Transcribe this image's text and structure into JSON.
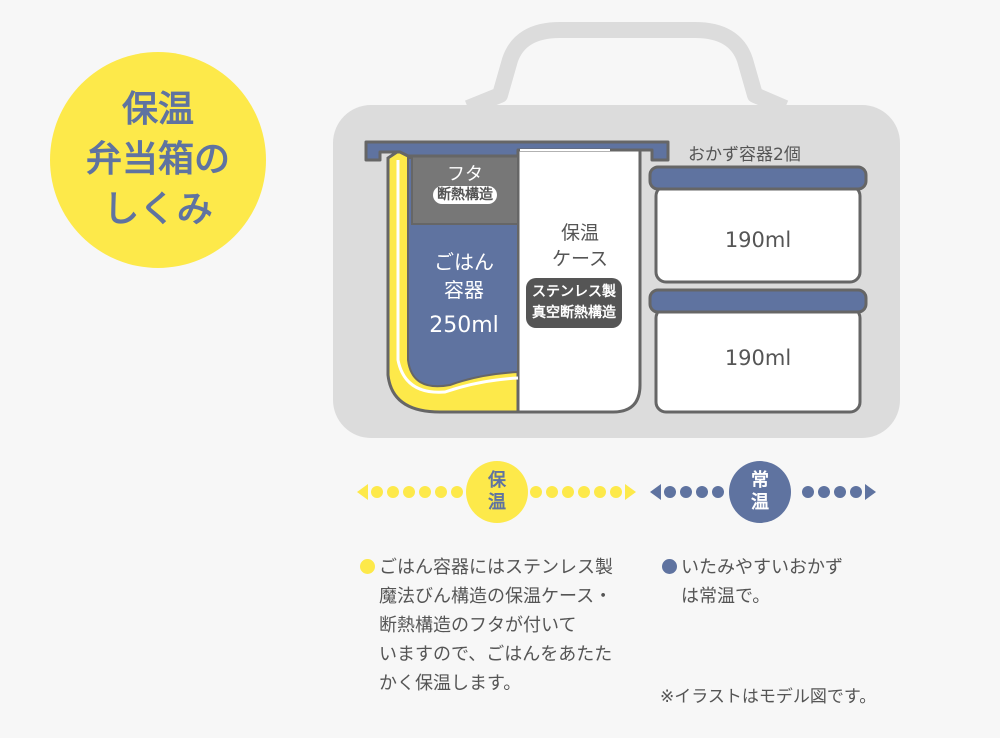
{
  "title": {
    "line1": "保温",
    "line2": "弁当箱の",
    "line3": "しくみ"
  },
  "rice_container": {
    "lid_label": "フタ",
    "lid_badge": "断熱構造",
    "label_line1": "ごはん",
    "label_line2": "容器",
    "volume": "250ml"
  },
  "case": {
    "label_line1": "保温",
    "label_line2": "ケース",
    "badge_line1": "ステンレス製",
    "badge_line2": "真空断熱構造"
  },
  "side_containers": {
    "heading": "おかず容器2個",
    "top_volume": "190ml",
    "bottom_volume": "190ml"
  },
  "legend": {
    "warm_label_1": "保",
    "warm_label_2": "温",
    "room_label_1": "常",
    "room_label_2": "温"
  },
  "notes": {
    "warm": [
      "ごはん容器にはステンレス製",
      "魔法びん構造の保温ケース・",
      "断熱構造のフタが付いて",
      "いますので、ごはんをあたた",
      "かく保温します。"
    ],
    "room": [
      "いたみやすいおかず",
      "は常温で。"
    ],
    "disclaimer": "※イラストはモデル図です。"
  },
  "colors": {
    "yellow": "#fde94a",
    "navy": "#5f73a0",
    "gray": "#dcdcdc",
    "dark": "#555555"
  }
}
